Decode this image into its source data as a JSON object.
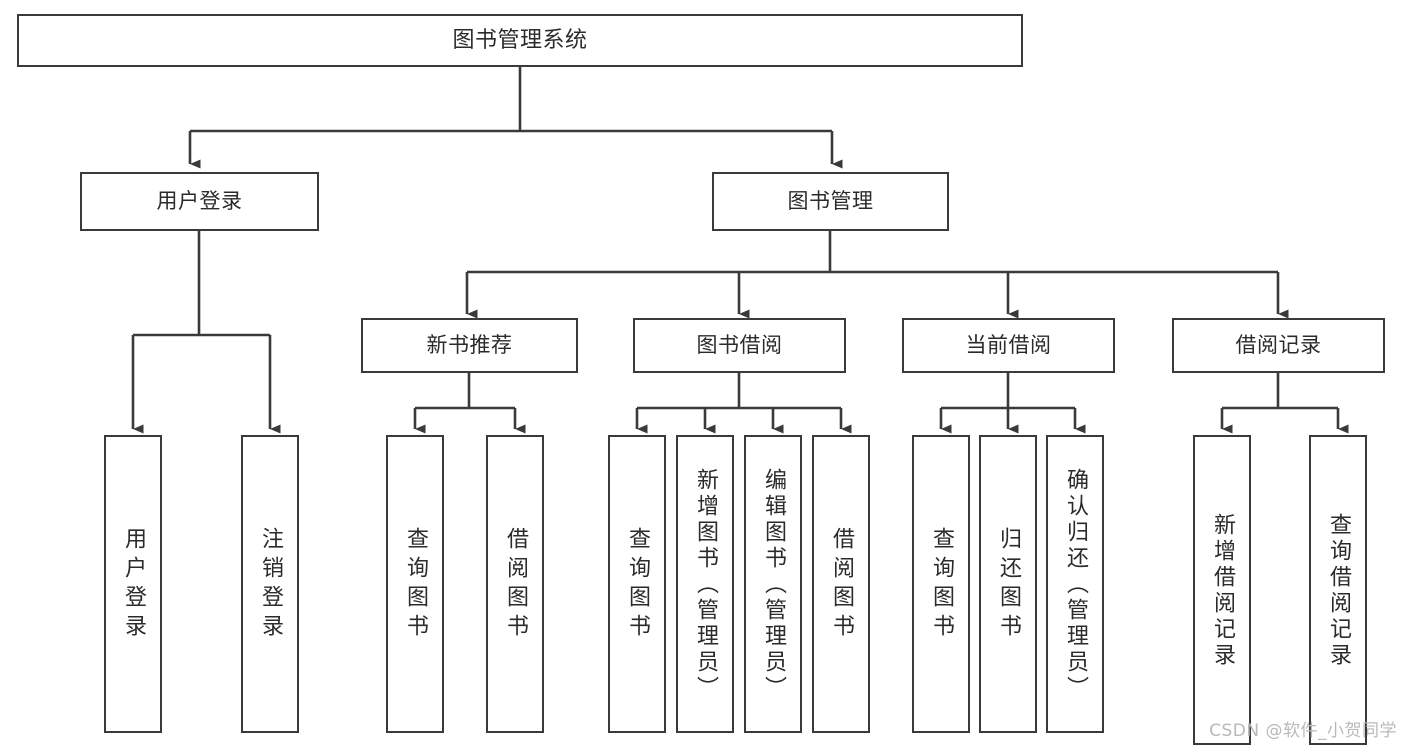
{
  "diagram": {
    "title": "图书管理系统",
    "type": "功能结构图",
    "stroke_color": "#3a3a3a",
    "text_color": "#2b2b2b",
    "background_color": "#ffffff",
    "watermark": "CSDN @软件_小贺同学",
    "levels": {
      "root": {
        "label": "图书管理系统"
      },
      "level1": [
        {
          "label": "用户登录"
        },
        {
          "label": "图书管理"
        }
      ],
      "level2": [
        {
          "label": "新书推荐"
        },
        {
          "label": "图书借阅"
        },
        {
          "label": "当前借阅"
        },
        {
          "label": "借阅记录"
        }
      ],
      "leaves": [
        {
          "label": "用户登录",
          "parent": "用户登录"
        },
        {
          "label": "注销登录",
          "parent": "用户登录"
        },
        {
          "label": "查询图书",
          "parent": "新书推荐"
        },
        {
          "label": "借阅图书",
          "parent": "新书推荐"
        },
        {
          "label": "查询图书",
          "parent": "图书借阅"
        },
        {
          "label": "新增图书（管理员）",
          "parent": "图书借阅"
        },
        {
          "label": "编辑图书（管理员）",
          "parent": "图书借阅"
        },
        {
          "label": "借阅图书",
          "parent": "图书借阅"
        },
        {
          "label": "查询图书",
          "parent": "当前借阅"
        },
        {
          "label": "归还图书",
          "parent": "当前借阅"
        },
        {
          "label": "确认归还（管理员）",
          "parent": "当前借阅"
        },
        {
          "label": "新增借阅记录",
          "parent": "借阅记录"
        },
        {
          "label": "查询借阅记录",
          "parent": "借阅记录"
        }
      ]
    }
  }
}
